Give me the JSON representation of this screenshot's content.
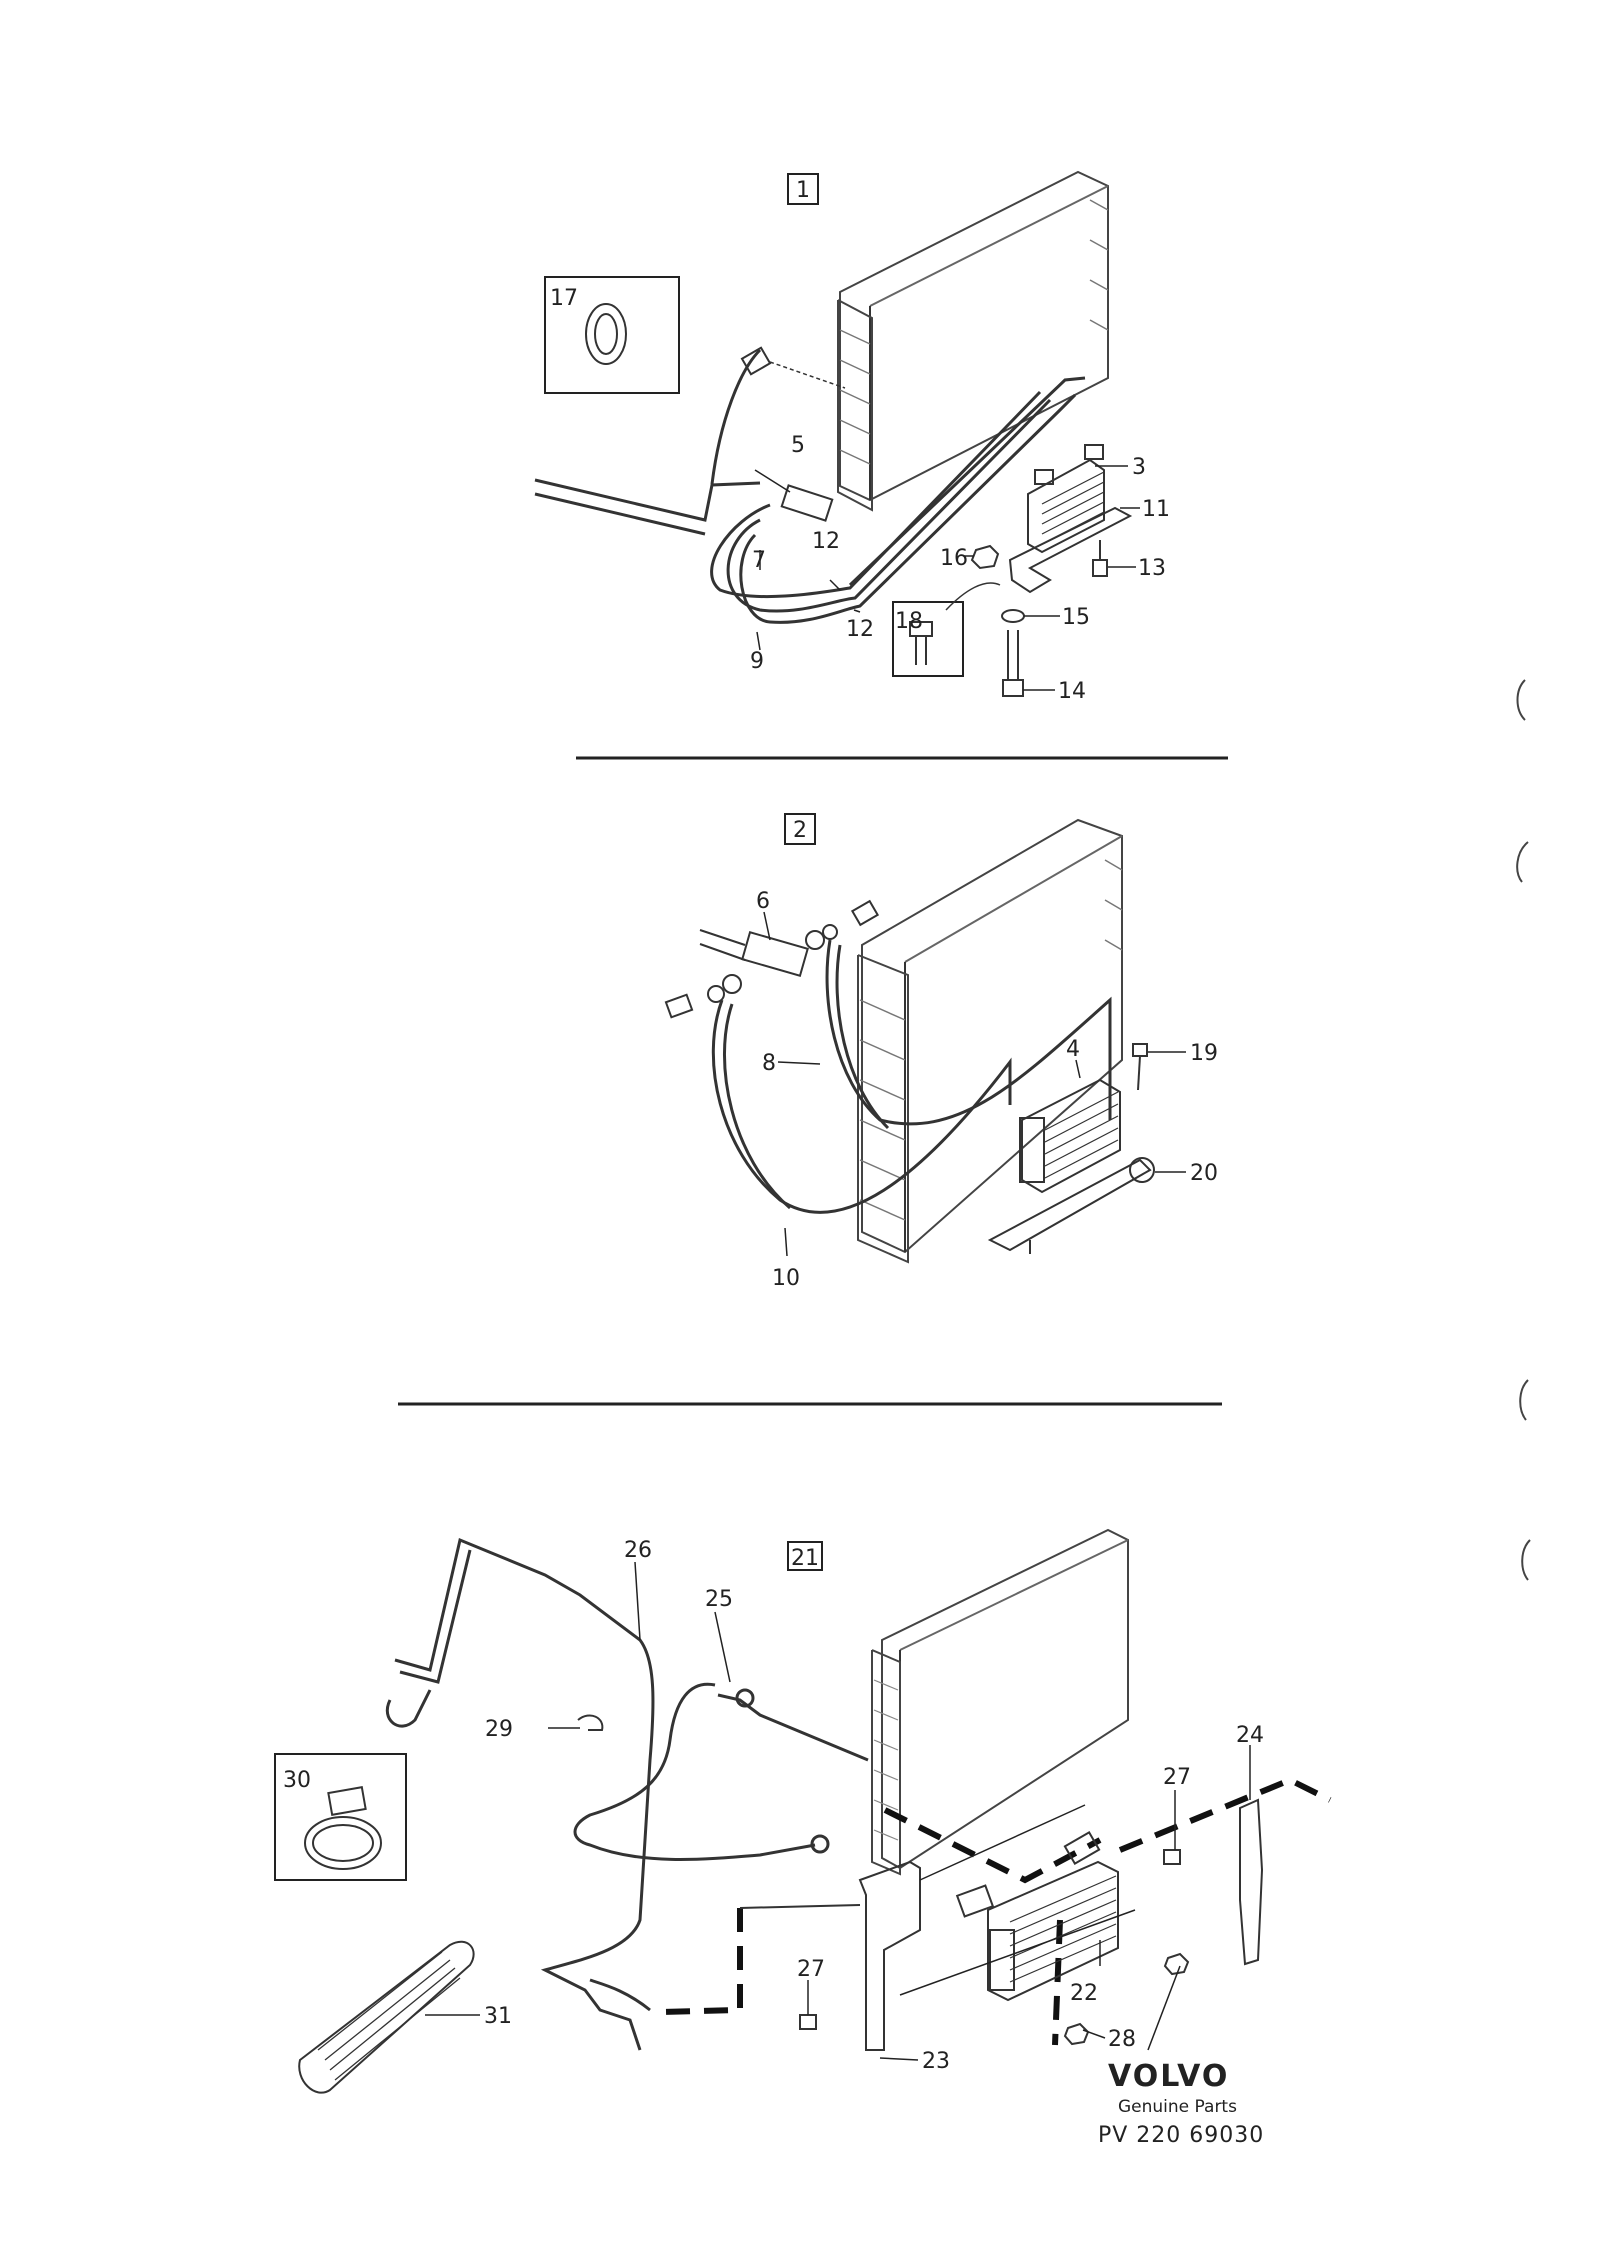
{
  "figure_1": {
    "label": "1",
    "callouts": {
      "c3": "3",
      "c5": "5",
      "c7": "7",
      "c9": "9",
      "c11": "11",
      "c12a": "12",
      "c12b": "12",
      "c13": "13",
      "c14": "14",
      "c15": "15",
      "c16": "16",
      "c17": "17",
      "c18": "18"
    }
  },
  "figure_2": {
    "label": "2",
    "callouts": {
      "c4": "4",
      "c6": "6",
      "c8": "8",
      "c10": "10",
      "c19": "19",
      "c20": "20"
    }
  },
  "figure_21": {
    "label": "21",
    "callouts": {
      "c22": "22",
      "c23": "23",
      "c24": "24",
      "c25": "25",
      "c26": "26",
      "c27a": "27",
      "c27b": "27",
      "c28": "28",
      "c29": "29",
      "c30": "30",
      "c31": "31"
    }
  },
  "brand": {
    "logo_text": "VOLVO",
    "tagline": "Genuine Parts",
    "document_code": "PV 220 69030"
  }
}
